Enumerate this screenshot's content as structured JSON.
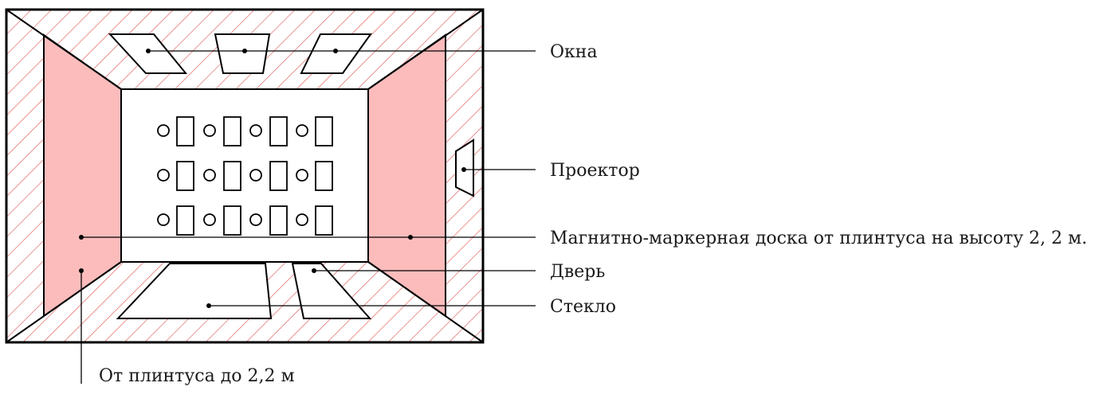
{
  "labels": {
    "windows": "Окна",
    "projector": "Проектор",
    "whiteboard": "Магнитно-маркерная доска от плинтуса на высоту 2, 2 м.",
    "door": "Дверь",
    "glass": "Стекло",
    "baseboard": "От плинтуса до 2,2 м"
  },
  "colors": {
    "outline": "#000000",
    "hatch": "#e05a5a",
    "wall_fill": "#fcbcbc"
  },
  "seating": {
    "rows": 3,
    "desks_per_row": 4,
    "chairs_per_row": 4
  }
}
